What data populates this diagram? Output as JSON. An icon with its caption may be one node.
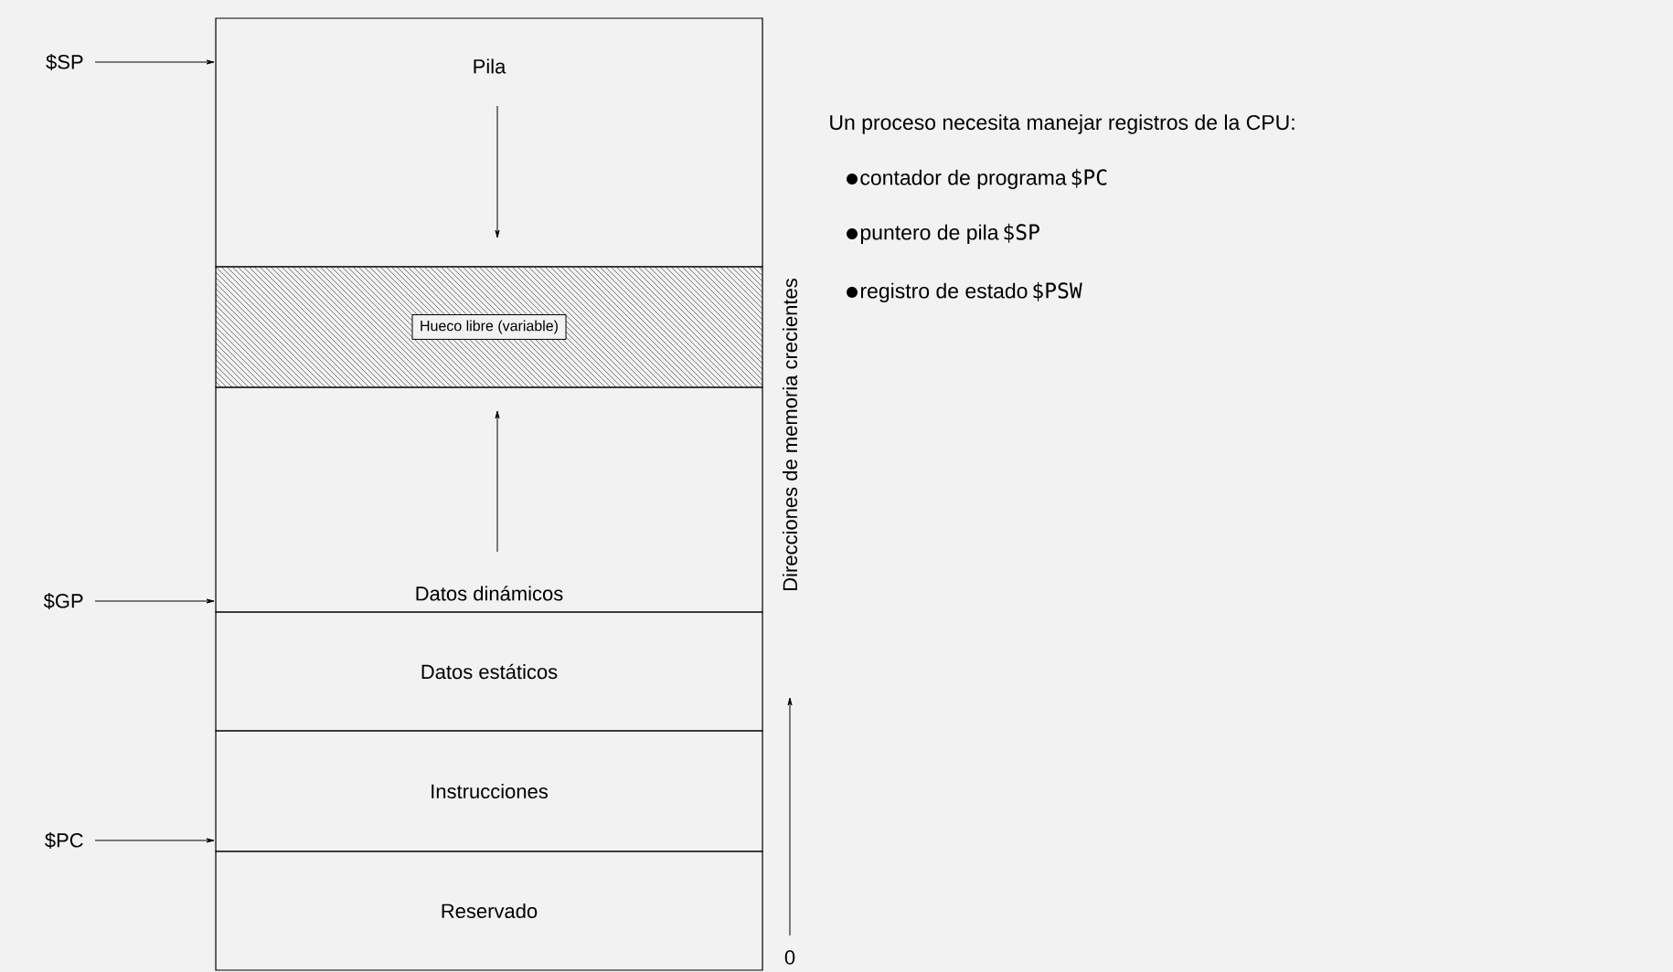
{
  "diagram": {
    "nodes": [
      {
        "text": [
          "Pila"
        ]
      },
      {
        "text": [],
        "shape": "band"
      },
      {
        "text": [
          "Hueco libre (variable)"
        ],
        "in": 1
      },
      {
        "text": [
          "Datos dinámicos"
        ]
      },
      {
        "text": [
          "Datos estáticos"
        ]
      },
      {
        "text": [
          "Instrucciones"
        ]
      },
      {
        "text": [
          "Reservado"
        ]
      },
      {
        "text": [
          "$SP"
        ]
      },
      {
        "text": [
          "$GP"
        ]
      },
      {
        "text": [
          "$PC"
        ]
      }
    ],
    "edges": [
      {
        "from": 7,
        "to": 0,
        "arrow": "to"
      },
      {
        "from": 8,
        "to": 3,
        "arrow": "to"
      },
      {
        "from": 9,
        "to": 5,
        "arrow": "to"
      }
    ],
    "labels": [
      "Un proceso necesita manejar registros de la CPU:",
      "contador de programa",
      "$PC",
      "puntero de pila",
      "$SP",
      "registro de estado",
      "$PSW",
      "Direcciones de memoria crecientes",
      "0"
    ]
  }
}
